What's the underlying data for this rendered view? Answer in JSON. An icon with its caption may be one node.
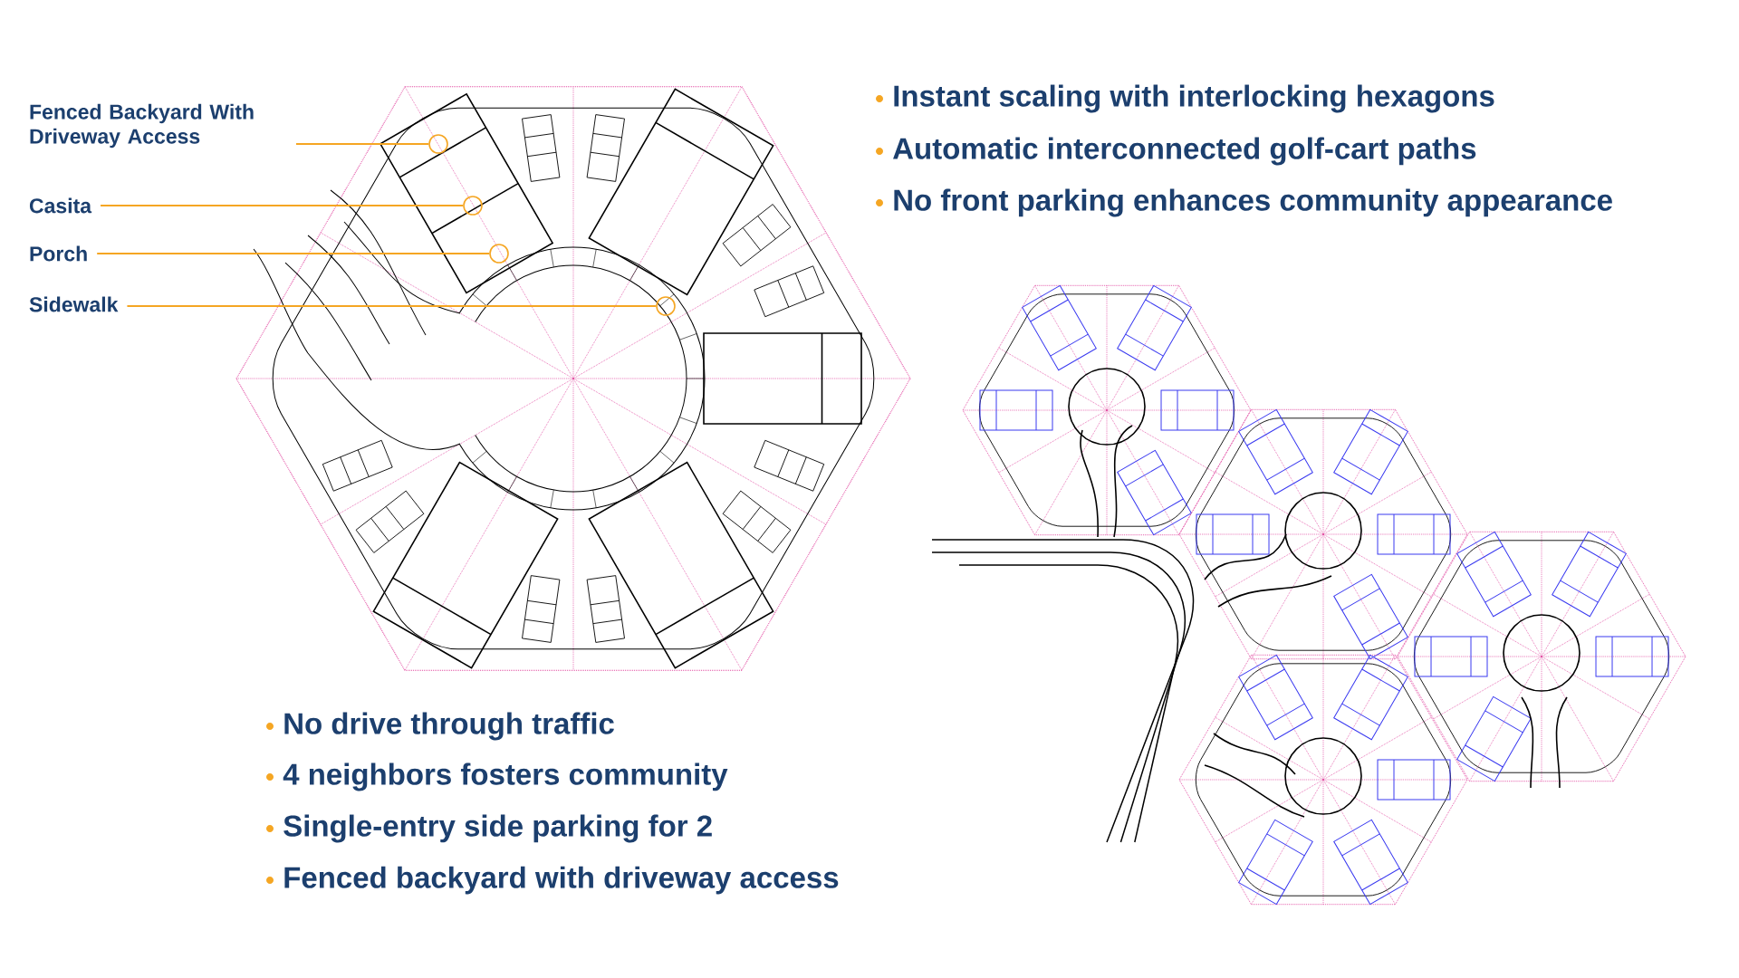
{
  "diagram": {
    "nodes": [
      {
        "text": [
          "Fenced Backyard With Driveway Access"
        ]
      },
      {
        "text": [
          "Casita"
        ]
      },
      {
        "text": [
          "Porch"
        ]
      },
      {
        "text": [
          "Sidewalk"
        ]
      },
      {
        "text": [],
        "shape": "circle"
      },
      {
        "text": [],
        "shape": "circle"
      },
      {
        "text": [],
        "shape": "circle"
      },
      {
        "text": [],
        "shape": "circle"
      }
    ],
    "edges": [
      {
        "from": 0,
        "to": 4,
        "arrow": "none"
      },
      {
        "from": 1,
        "to": 5,
        "arrow": "none"
      },
      {
        "from": 2,
        "to": 6,
        "arrow": "none"
      },
      {
        "from": 3,
        "to": 7,
        "arrow": "none"
      }
    ],
    "labels": [
      "Instant scaling with interlocking hexagons",
      "Automatic interconnected golf-cart paths",
      "No front parking enhances community appearance",
      "No drive through traffic",
      "4 neighbors fosters community",
      "Single-entry side parking for 2",
      "Fenced backyard with driveway access"
    ]
  }
}
